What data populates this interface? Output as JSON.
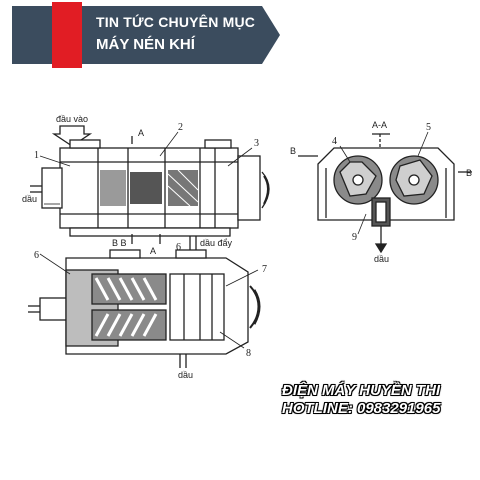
{
  "banner": {
    "category_label": "TIN TỨC CHUYÊN MỤC",
    "category_name": "MÁY NÉN KHÍ",
    "colors": {
      "bar": "#3b4c5e",
      "accent": "#e11d24",
      "text": "#ffffff"
    }
  },
  "diagram": {
    "labels": {
      "inlet": "đầu vào",
      "oil_left": "dầu",
      "outlet": "dầu đẩy",
      "oil_bottom_center": "dầu",
      "oil_bottom_right": "dầu",
      "section_a_top": "A",
      "section_a_mid": "A",
      "section_bb": "B B",
      "section_aa": "A-A",
      "section_b": "B",
      "section_b_right": "B"
    },
    "part_numbers": [
      "1",
      "2",
      "3",
      "4",
      "5",
      "6",
      "6",
      "7",
      "8",
      "9"
    ]
  },
  "brand": {
    "name": "ĐIỆN MÁY HUYỀN THI",
    "hotline": "HOTLINE: 0983291965"
  }
}
